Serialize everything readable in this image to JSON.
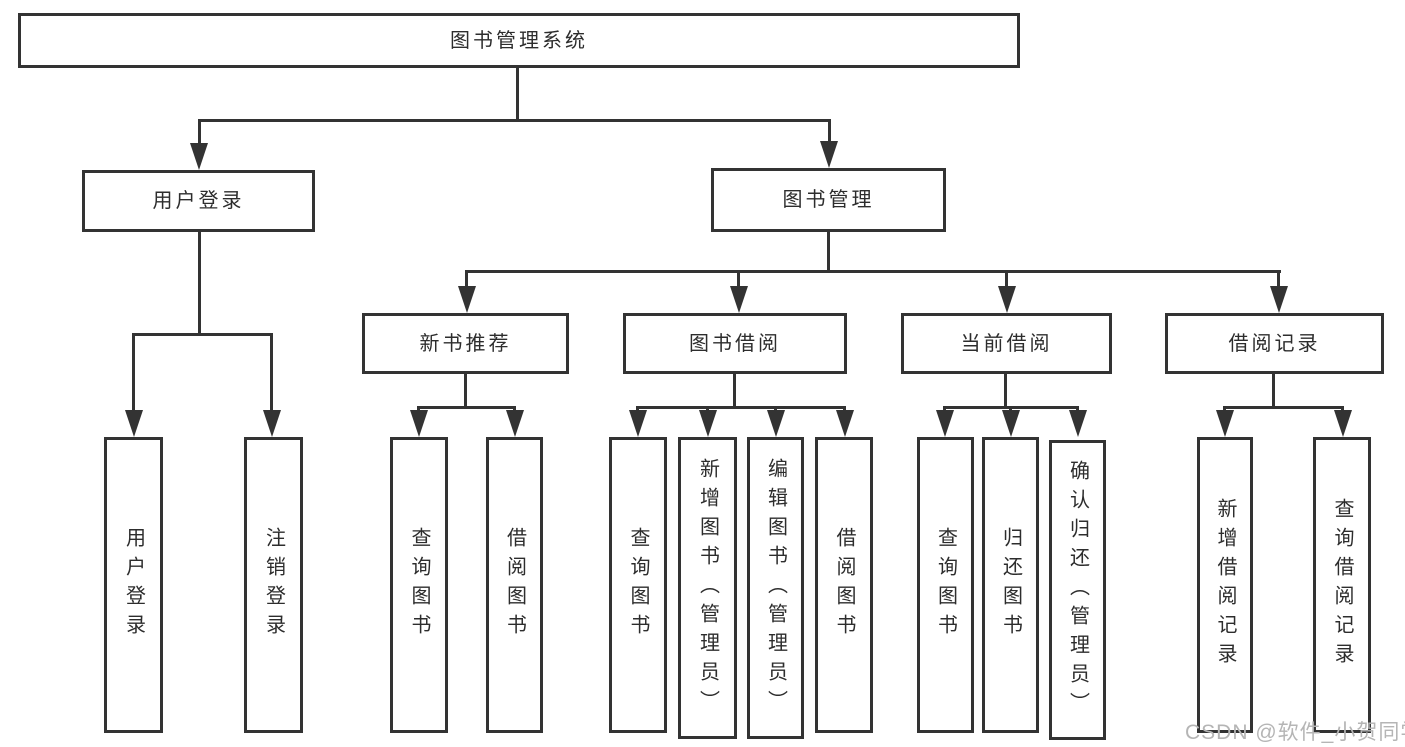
{
  "diagram": {
    "watermark": "CSDN @软件_小贺同学",
    "colors": {
      "line": "#333333",
      "text": "#2d2d2d",
      "background": "#ffffff",
      "watermark": "#b5b5b5"
    },
    "root": {
      "label": "图书管理系统"
    },
    "level2": {
      "user_login": "用户登录",
      "book_mgmt": "图书管理"
    },
    "level3": {
      "new_book_rec": "新书推荐",
      "book_borrow": "图书借阅",
      "current_borrow": "当前借阅",
      "borrow_record": "借阅记录"
    },
    "leaves": {
      "user_login_leaf": "用户登录",
      "logout": "注销登录",
      "rec_query": "查询图书",
      "rec_borrow": "借阅图书",
      "bb_query": "查询图书",
      "bb_add": "新增图书（管理员）",
      "bb_edit": "编辑图书（管理员）",
      "bb_borrow": "借阅图书",
      "cb_query": "查询图书",
      "cb_return": "归还图书",
      "cb_confirm": "确认归还（管理员）",
      "br_add": "新增借阅记录",
      "br_query": "查询借阅记录"
    }
  }
}
